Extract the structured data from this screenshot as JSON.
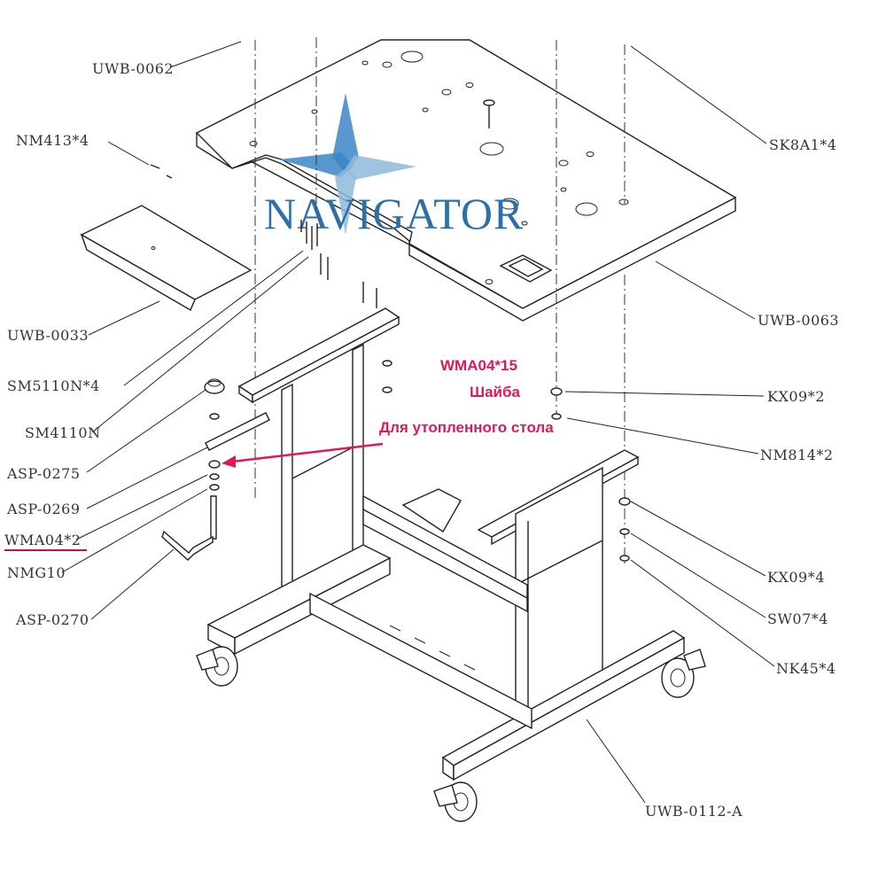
{
  "watermark": {
    "logo_text": "NAVIGATOR",
    "logo_color": "#2f6fa8"
  },
  "labels": {
    "uwb_0062": "UWB-0062",
    "nm413": "NM413*4",
    "uwb_0033": "UWB-0033",
    "sm5110n": "SM5110N*4",
    "sm4110n": "SM4110N",
    "asp_0275": "ASP-0275",
    "asp_0269": "ASP-0269",
    "wma04_2": "WMA04*2",
    "nmg10": "NMG10",
    "asp_0270": "ASP-0270",
    "sk8a1": "SK8A1*4",
    "uwb_0063": "UWB-0063",
    "kx09_2": "KX09*2",
    "nm814": "NM814*2",
    "kx09_4": "KX09*4",
    "sw07": "SW07*4",
    "nk45": "NK45*4",
    "uwb_0112a": "UWB-0112-A"
  },
  "annotation": {
    "line1": "WMA04*15",
    "line2": "Шайба",
    "line3": "Для утопленного стола",
    "color": "#e0185a"
  },
  "colors": {
    "underline": "#c0105a"
  }
}
